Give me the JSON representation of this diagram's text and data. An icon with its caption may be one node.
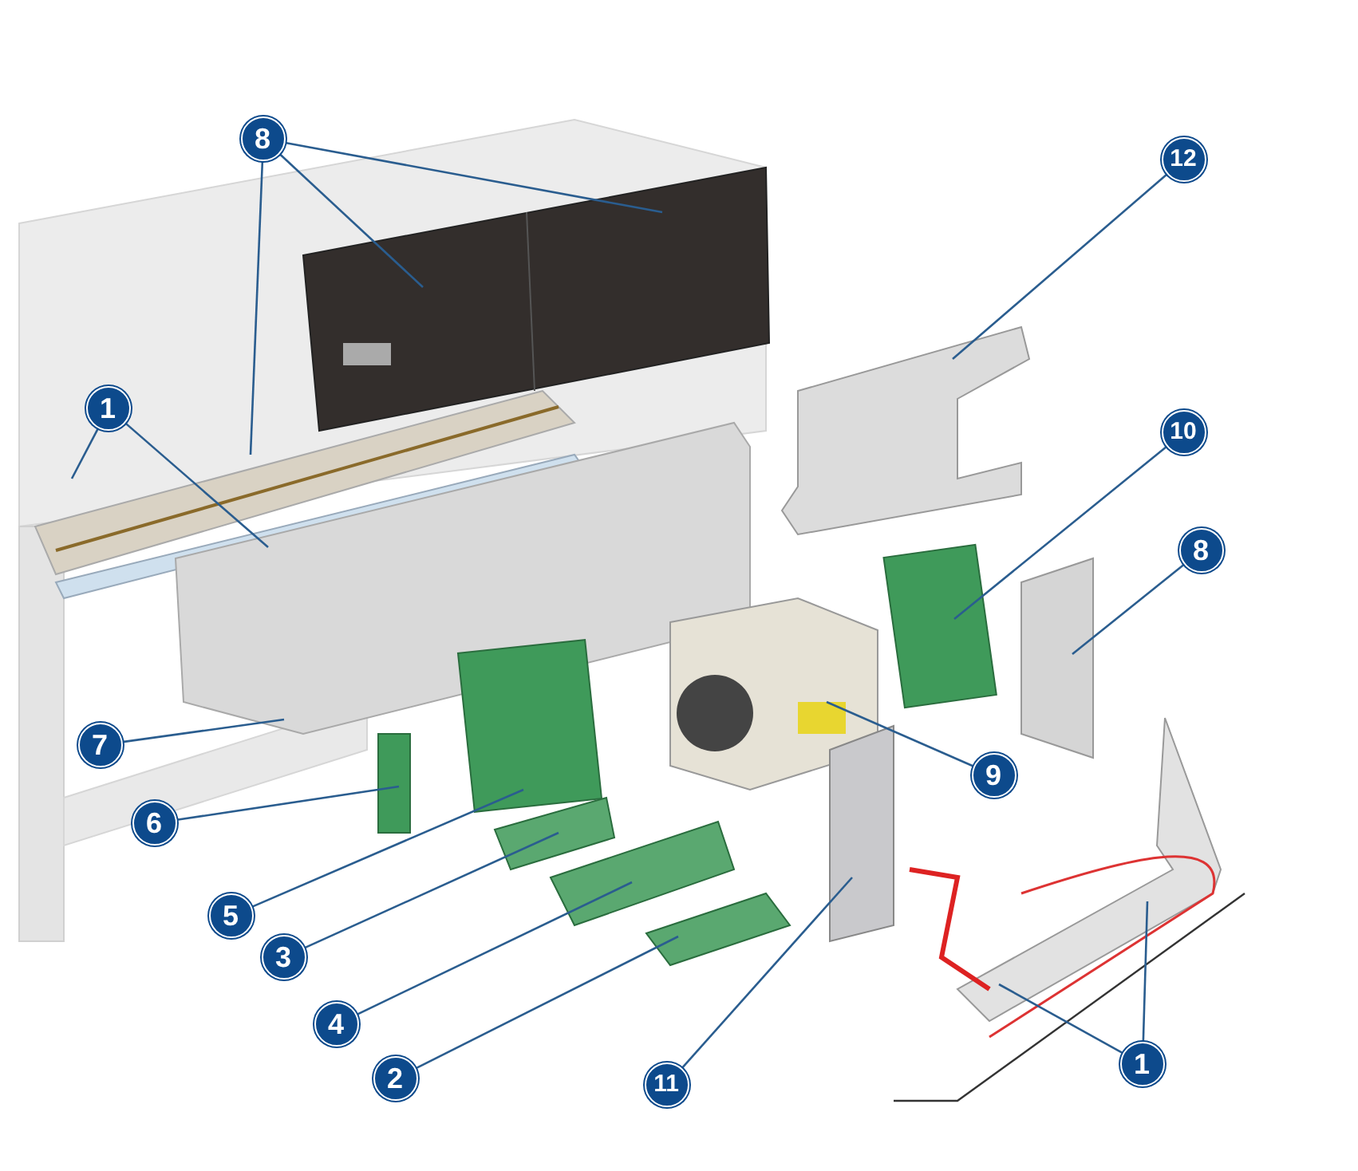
{
  "diagram": {
    "nodes": [
      {
        "text": [
          "8"
        ]
      },
      {
        "text": [
          "12"
        ]
      },
      {
        "text": [
          "1"
        ]
      },
      {
        "text": [
          "10"
        ]
      },
      {
        "text": [
          "8"
        ]
      },
      {
        "text": [
          "7"
        ]
      },
      {
        "text": [
          "6"
        ]
      },
      {
        "text": [
          "9"
        ]
      },
      {
        "text": [
          "5"
        ]
      },
      {
        "text": [
          "3"
        ]
      },
      {
        "text": [
          "4"
        ]
      },
      {
        "text": [
          "2"
        ]
      },
      {
        "text": [
          "11"
        ]
      },
      {
        "text": [
          "1"
        ]
      }
    ],
    "edges": [
      {
        "from": 0,
        "to": null,
        "arrow": "none"
      },
      {
        "from": 0,
        "to": null,
        "arrow": "none"
      },
      {
        "from": 0,
        "to": null,
        "arrow": "none"
      },
      {
        "from": 1,
        "to": null,
        "arrow": "none"
      },
      {
        "from": 2,
        "to": null,
        "arrow": "none"
      },
      {
        "from": 2,
        "to": null,
        "arrow": "none"
      },
      {
        "from": 3,
        "to": null,
        "arrow": "none"
      },
      {
        "from": 4,
        "to": null,
        "arrow": "none"
      },
      {
        "from": 5,
        "to": null,
        "arrow": "none"
      },
      {
        "from": 6,
        "to": null,
        "arrow": "none"
      },
      {
        "from": 7,
        "to": null,
        "arrow": "none"
      },
      {
        "from": 8,
        "to": null,
        "arrow": "none"
      },
      {
        "from": 9,
        "to": null,
        "arrow": "none"
      },
      {
        "from": 10,
        "to": null,
        "arrow": "none"
      },
      {
        "from": 11,
        "to": null,
        "arrow": "none"
      },
      {
        "from": 12,
        "to": null,
        "arrow": "none"
      },
      {
        "from": 13,
        "to": null,
        "arrow": "none"
      },
      {
        "from": 13,
        "to": null,
        "arrow": "none"
      }
    ]
  }
}
